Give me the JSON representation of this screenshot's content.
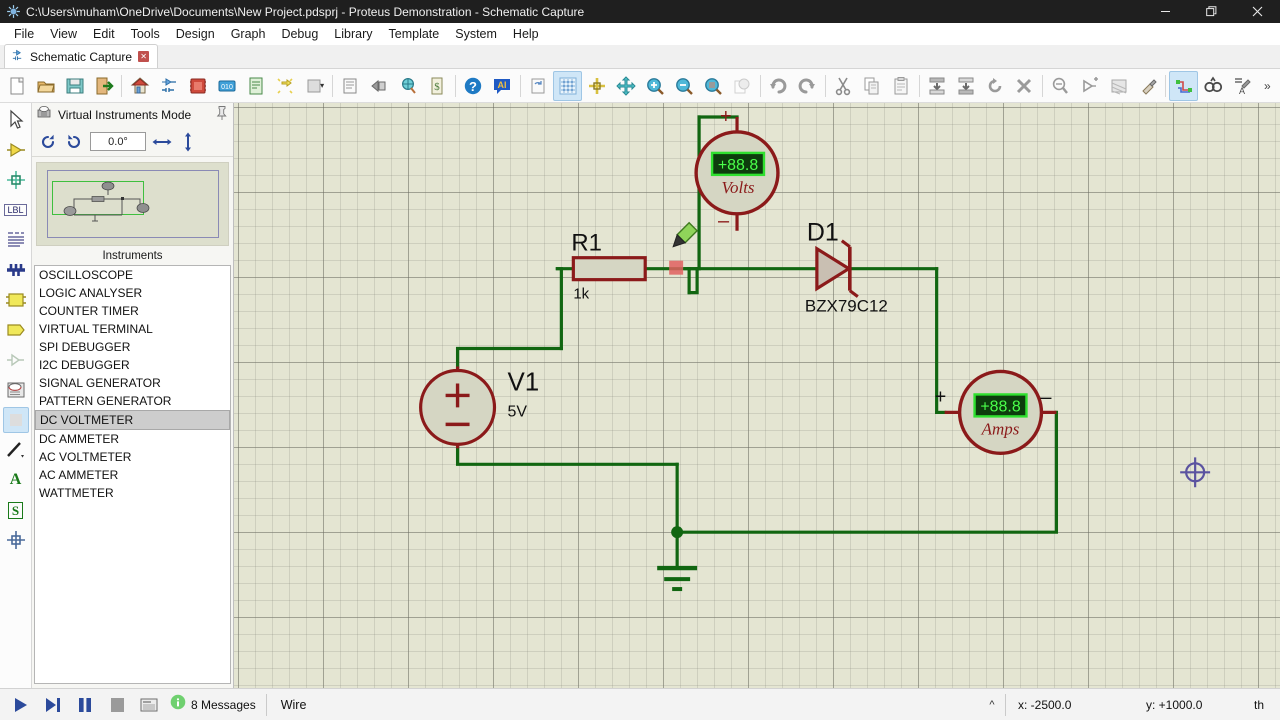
{
  "window": {
    "title": "C:\\Users\\muham\\OneDrive\\Documents\\New Project.pdsprj - Proteus Demonstration - Schematic Capture",
    "app_icon": "proteus-icon",
    "minimize": "–",
    "restore": "❐",
    "close": "✕"
  },
  "menu": [
    {
      "label": "File"
    },
    {
      "label": "View"
    },
    {
      "label": "Edit"
    },
    {
      "label": "Tools"
    },
    {
      "label": "Design"
    },
    {
      "label": "Graph"
    },
    {
      "label": "Debug"
    },
    {
      "label": "Library"
    },
    {
      "label": "Template"
    },
    {
      "label": "System"
    },
    {
      "label": "Help"
    }
  ],
  "tab": {
    "label": "Schematic Capture",
    "icon": "schematic-icon",
    "close": "✕"
  },
  "toolbar": {
    "overflow": "»",
    "items": [
      {
        "name": "new-project-icon",
        "title": "New Project"
      },
      {
        "name": "open-project-icon",
        "title": "Open Project"
      },
      {
        "name": "save-project-icon",
        "title": "Save Project"
      },
      {
        "name": "import-export-icon",
        "title": "Import/Export"
      },
      {
        "sep": true
      },
      {
        "name": "home-icon",
        "title": "Home Page"
      },
      {
        "name": "schematic-capture-icon",
        "title": "Schematic Capture"
      },
      {
        "name": "pcb-layout-icon",
        "title": "PCB Layout"
      },
      {
        "name": "source-code-icon",
        "title": "Source Code"
      },
      {
        "name": "bill-of-materials-icon",
        "title": "Bill of Materials"
      },
      {
        "name": "design-explorer-icon",
        "title": "Design Explorer"
      },
      {
        "name": "design-explorer-dropdown",
        "title": "More",
        "caret": true
      },
      {
        "sep": true
      },
      {
        "name": "print-icon",
        "title": "Print"
      },
      {
        "name": "print-preview-icon",
        "title": "Print Preview"
      },
      {
        "name": "print-area-icon",
        "title": "Mark Output Area"
      },
      {
        "name": "bom-cost-icon",
        "title": "Bill of Materials Cost"
      },
      {
        "sep": true
      },
      {
        "name": "help-icon",
        "title": "Help"
      },
      {
        "name": "ai-assistant-icon",
        "title": "AI Assistant"
      },
      {
        "sep": true
      },
      {
        "name": "redraw-icon",
        "title": "Redraw Display"
      },
      {
        "name": "toggle-grid-icon",
        "title": "Toggle Grid",
        "active": true
      },
      {
        "name": "origin-icon",
        "title": "Toggle False Origin"
      },
      {
        "name": "pan-icon",
        "title": "Centre At Cursor"
      },
      {
        "name": "zoom-in-icon",
        "title": "Zoom In"
      },
      {
        "name": "zoom-out-icon",
        "title": "Zoom Out"
      },
      {
        "name": "zoom-area-icon",
        "title": "Zoom To Area"
      },
      {
        "name": "zoom-sheet-icon",
        "title": "Zoom To Sheet",
        "disabled": true
      },
      {
        "sep": true
      },
      {
        "name": "undo-icon",
        "title": "Undo"
      },
      {
        "name": "redo-icon",
        "title": "Redo"
      },
      {
        "sep": true
      },
      {
        "name": "cut-icon",
        "title": "Cut To Clipboard"
      },
      {
        "name": "copy-icon",
        "title": "Copy To Clipboard"
      },
      {
        "name": "paste-icon",
        "title": "Paste From Clipboard"
      },
      {
        "sep": true
      },
      {
        "name": "block-copy-icon",
        "title": "Copy Blocks"
      },
      {
        "name": "block-move-icon",
        "title": "Move Blocks"
      },
      {
        "name": "block-rotate-icon",
        "title": "Rotate Blocks"
      },
      {
        "name": "block-delete-icon",
        "title": "Delete Blocks"
      },
      {
        "sep": true
      },
      {
        "name": "pick-device-icon",
        "title": "Pick Devices"
      },
      {
        "name": "make-device-icon",
        "title": "Make Device"
      },
      {
        "name": "packaging-tool-icon",
        "title": "Packaging Tool"
      },
      {
        "name": "decompose-icon",
        "title": "Decompose"
      },
      {
        "sep": true
      },
      {
        "name": "wiring-tool-icon",
        "title": "Wire Auto Router",
        "active": true
      },
      {
        "name": "search-tag-icon",
        "title": "Search and Tag"
      },
      {
        "name": "property-assignment-icon",
        "title": "Property Assignment Tool"
      }
    ]
  },
  "rail": [
    {
      "name": "selection-mode-icon",
      "title": "Selection Mode"
    },
    {
      "name": "component-mode-icon",
      "title": "Component Mode"
    },
    {
      "name": "junction-dot-mode-icon",
      "title": "Junction Dot Mode"
    },
    {
      "name": "wire-label-mode-icon",
      "title": "Wire Label Mode",
      "label": "LBL"
    },
    {
      "name": "text-script-mode-icon",
      "title": "Text Script Mode"
    },
    {
      "name": "bus-mode-icon",
      "title": "Buses Mode"
    },
    {
      "name": "subcircuit-mode-icon",
      "title": "Subcircuit Mode"
    },
    {
      "name": "terminals-mode-icon",
      "title": "Terminals Mode"
    },
    {
      "name": "device-pin-mode-icon",
      "title": "Device Pins Mode"
    },
    {
      "name": "graph-mode-icon",
      "title": "Graph Mode"
    },
    {
      "name": "virtual-instruments-mode-icon",
      "title": "Virtual Instruments Mode",
      "active": true
    },
    {
      "name": "line-tool-icon",
      "title": "2D Graphics Line"
    },
    {
      "name": "text-tool-icon",
      "title": "2D Graphics Text",
      "label": "A"
    },
    {
      "name": "symbol-tool-icon",
      "title": "2D Graphics Symbol",
      "label": "S"
    },
    {
      "name": "marker-tool-icon",
      "title": "2D Graphics Markers"
    }
  ],
  "panel": {
    "header": "Virtual Instruments Mode",
    "header_icon": "virtual-instruments-icon",
    "pin_icon": "pin-icon",
    "rotate_cw_icon": "rotate-cw-icon",
    "rotate_ccw_icon": "rotate-ccw-icon",
    "angle": "0.0°",
    "mirror_h_icon": "mirror-horizontal-icon",
    "mirror_v_icon": "mirror-vertical-icon",
    "list_label": "Instruments",
    "instruments": [
      {
        "label": "OSCILLOSCOPE",
        "selected": false
      },
      {
        "label": "LOGIC ANALYSER",
        "selected": false
      },
      {
        "label": "COUNTER TIMER",
        "selected": false
      },
      {
        "label": "VIRTUAL TERMINAL",
        "selected": false
      },
      {
        "label": "SPI DEBUGGER",
        "selected": false
      },
      {
        "label": "I2C DEBUGGER",
        "selected": false
      },
      {
        "label": "SIGNAL GENERATOR",
        "selected": false
      },
      {
        "label": "PATTERN GENERATOR",
        "selected": false
      },
      {
        "label": "DC VOLTMETER",
        "selected": true
      },
      {
        "label": "DC AMMETER",
        "selected": false
      },
      {
        "label": "AC VOLTMETER",
        "selected": false
      },
      {
        "label": "AC AMMETER",
        "selected": false
      },
      {
        "label": "WATTMETER",
        "selected": false
      }
    ]
  },
  "schematic": {
    "colors": {
      "wire": "#116611",
      "component": "#8b1a1a",
      "body_fill": "#d5d6c3",
      "lcd_bg": "#0d3d0d",
      "lcd_text": "#4aff4a",
      "lcd_border": "#2fe02f",
      "canvas": "#e4e5d2",
      "cursor": "#5b53a0",
      "marker": "#e06060"
    },
    "voltmeter": {
      "name": "dc-voltmeter",
      "reading": "+88.8",
      "unit_label": "Volts",
      "plus": "+",
      "minus": "–"
    },
    "ammeter": {
      "name": "dc-ammeter",
      "reading": "+88.8",
      "unit_label": "Amps",
      "plus": "+",
      "minus": "–"
    },
    "resistor": {
      "name": "R1",
      "ref": "R1",
      "value": "1k"
    },
    "diode": {
      "name": "D1",
      "ref": "D1",
      "value": "BZX79C12"
    },
    "source": {
      "name": "V1",
      "ref": "V1",
      "value": "5V",
      "plus": "+",
      "minus": "–"
    },
    "ground": {
      "name": "ground-symbol"
    },
    "cursor_marker": "wire-placement-cursor"
  },
  "statusbar": {
    "play": "▶",
    "step": "▶|",
    "pause": "‖",
    "stop": "■",
    "log_icon": "simulation-log-icon",
    "messages_icon": "info-icon",
    "messages": "8 Messages",
    "mode": "Wire",
    "caret": "^",
    "coord_x": "x: -2500.0",
    "coord_y": "y: +1000.0",
    "units": "th"
  }
}
